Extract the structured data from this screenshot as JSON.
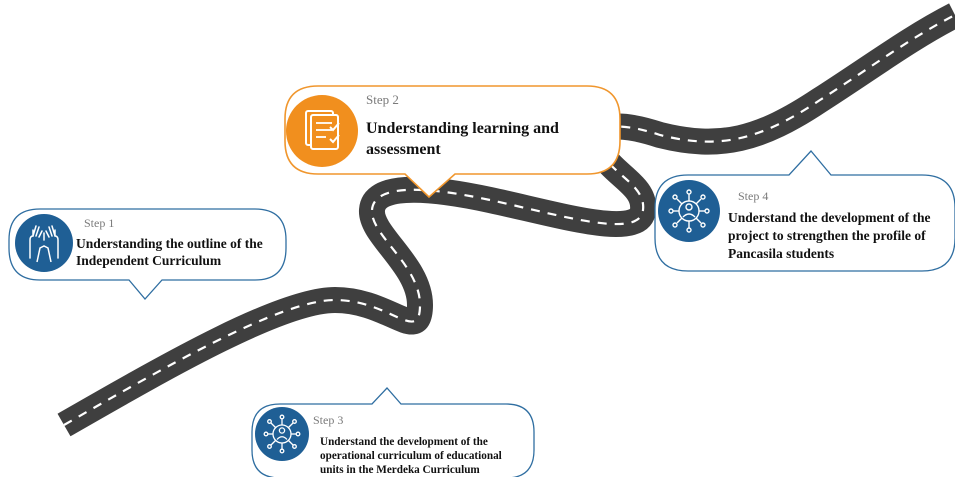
{
  "colors": {
    "road": "#3f3f3f",
    "road_edge": "#ffffff",
    "road_dash": "#ffffff",
    "bubble_blue": "#2f6ea1",
    "bubble_orange": "#f0962d",
    "icon_blue": "#1f5f95",
    "icon_orange": "#f18f1e"
  },
  "steps": [
    {
      "label": "Step 1",
      "title_lines": [
        "Understanding the outline of the",
        "Independent  Curriculum"
      ],
      "icon": "raised-hands-icon"
    },
    {
      "label": "Step 2",
      "title_lines": [
        "Understanding learning and",
        "assessment"
      ],
      "icon": "checklist-document-icon"
    },
    {
      "label": "Step 3",
      "title_lines": [
        "Understand the development of the",
        "operational curriculum of educational",
        "units in the Merdeka Curriculum"
      ],
      "icon": "gear-person-network-icon"
    },
    {
      "label": "Step 4",
      "title_lines": [
        "Understand the development of the",
        "project to strengthen the profile of",
        "Pancasila students"
      ],
      "icon": "gear-person-network-icon"
    }
  ]
}
